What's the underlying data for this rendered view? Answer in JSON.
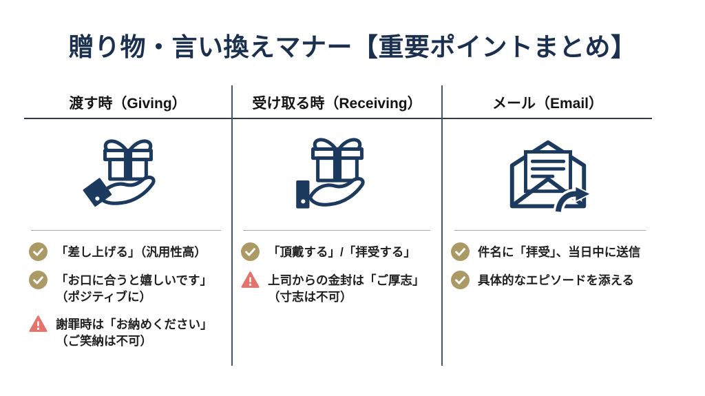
{
  "title": "贈り物・言い換えマナー【重要ポイントまとめ】",
  "columns": [
    {
      "header": "渡す時（Giving）",
      "icon": "gift-in-hand-giving-icon",
      "items": [
        {
          "type": "check",
          "text": "「差し上げる」（汎用性高）"
        },
        {
          "type": "check",
          "text": "「お口に合うと嬉しいです」",
          "sub": "（ポジティブに）"
        },
        {
          "type": "warning",
          "text": "謝罪時は「お納めください」",
          "sub": "（ご笑納は不可）"
        }
      ]
    },
    {
      "header": "受け取る時（Receiving）",
      "icon": "gift-in-hand-receiving-icon",
      "items": [
        {
          "type": "check",
          "text": "「頂戴する」/「拝受する」"
        },
        {
          "type": "warning",
          "text": "上司からの金封は「ご厚志」",
          "sub": "（寸志は不可）"
        }
      ]
    },
    {
      "header": "メール（Email）",
      "icon": "email-send-icon",
      "items": [
        {
          "type": "check",
          "text": "件名に「拝受」、当日中に送信"
        },
        {
          "type": "check",
          "text": "具体的なエピソードを添える"
        }
      ]
    }
  ],
  "colors": {
    "title_navy": "#1b2f4e",
    "icon_navy": "#1c3a5e",
    "check_gold": "#ab9a66",
    "warning_red": "#e2746b",
    "divider": "#46555f",
    "header_underline": "#2c3a48",
    "text": "#1f1f1f"
  }
}
